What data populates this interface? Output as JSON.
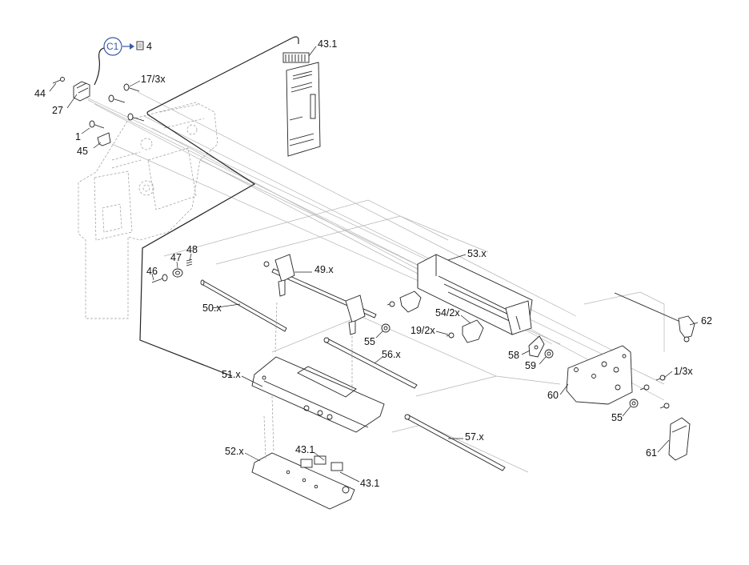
{
  "reference": {
    "tag": "C1",
    "page": "4",
    "accent": "#3a5aa8"
  },
  "labels": {
    "l43_1_top": "43.1",
    "l44": "44",
    "l27": "27",
    "l17": "17/3x",
    "l1": "1",
    "l45": "45",
    "l48": "48",
    "l47": "47",
    "l46": "46",
    "l49": "49.x",
    "l53": "53.x",
    "l50": "50.x",
    "l54": "54/2x",
    "l55a": "55",
    "l19": "19/2x",
    "l62": "62",
    "l56": "56.x",
    "l58": "58",
    "l59": "59",
    "l1_3x": "1/3x",
    "l51": "51.x",
    "l60": "60",
    "l55b": "55",
    "l57": "57.x",
    "l52": "52.x",
    "l43_1_mid": "43.1",
    "l43_1_bot": "43.1",
    "l61": "61"
  }
}
